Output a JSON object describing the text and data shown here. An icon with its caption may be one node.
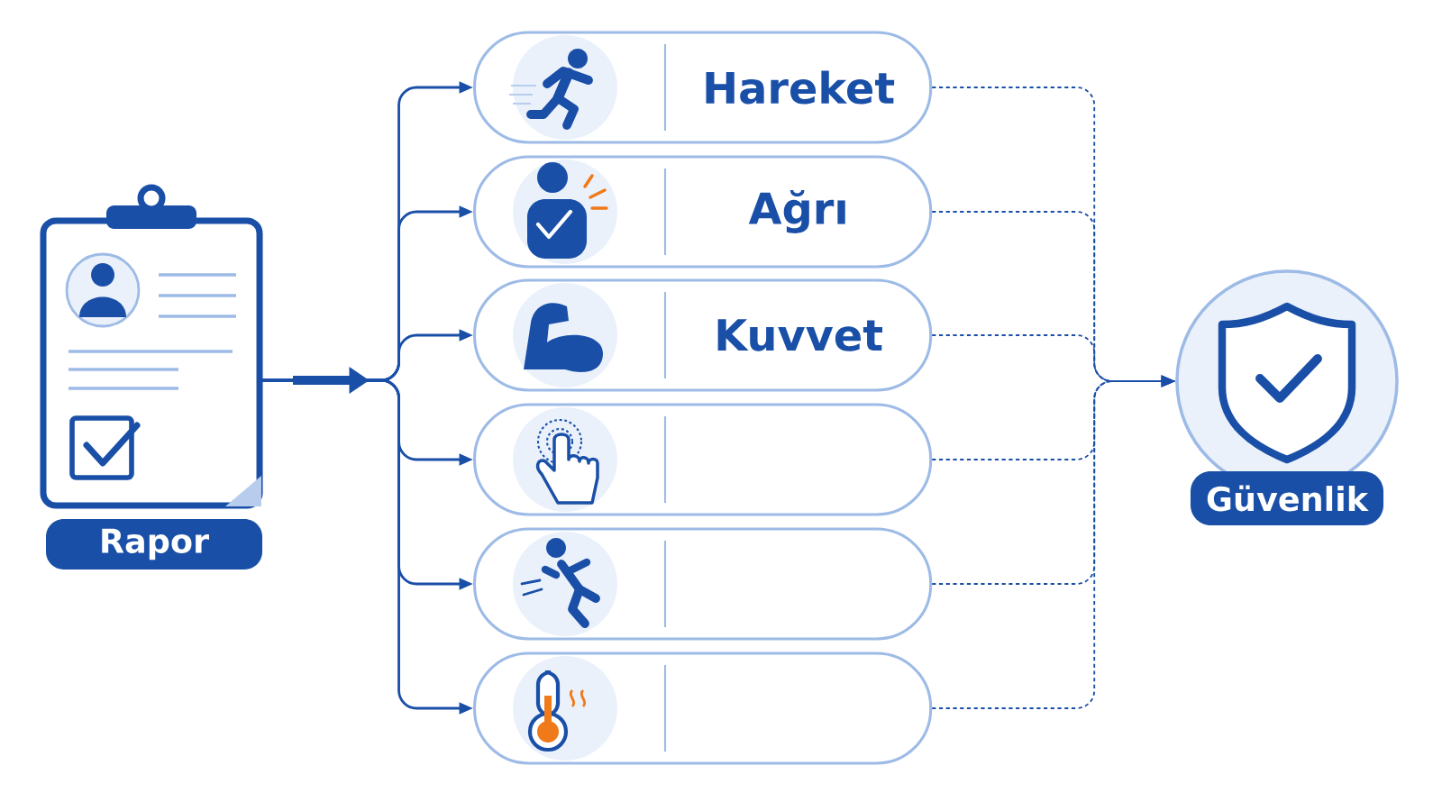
{
  "diagram": {
    "nodes": [
      {
        "text": [
          "Rapor"
        ]
      },
      {
        "text": [
          "Hareket"
        ]
      },
      {
        "text": [
          "Ağrı"
        ]
      },
      {
        "text": [
          "Kuvvet"
        ]
      },
      {
        "text": [],
        "shape": "box"
      },
      {
        "text": [],
        "shape": "box"
      },
      {
        "text": [],
        "shape": "box"
      },
      {
        "text": [
          "Güvenlik"
        ]
      }
    ],
    "edges": [
      {
        "from": 0,
        "to": 1,
        "arrow": "to"
      },
      {
        "from": 0,
        "to": 2,
        "arrow": "to"
      },
      {
        "from": 0,
        "to": 3,
        "arrow": "to"
      },
      {
        "from": 0,
        "to": 4,
        "arrow": "to"
      },
      {
        "from": 0,
        "to": 5,
        "arrow": "to"
      },
      {
        "from": 0,
        "to": 6,
        "arrow": "to"
      },
      {
        "from": 1,
        "to": 7,
        "arrow": "to",
        "style": "dashed"
      },
      {
        "from": 2,
        "to": 7,
        "arrow": "to",
        "style": "dashed"
      },
      {
        "from": 3,
        "to": 7,
        "arrow": "to",
        "style": "dashed"
      },
      {
        "from": 4,
        "to": 7,
        "arrow": "to",
        "style": "dashed"
      },
      {
        "from": 5,
        "to": 7,
        "arrow": "to",
        "style": "dashed"
      },
      {
        "from": 6,
        "to": 7,
        "arrow": "to",
        "style": "dashed"
      }
    ]
  }
}
